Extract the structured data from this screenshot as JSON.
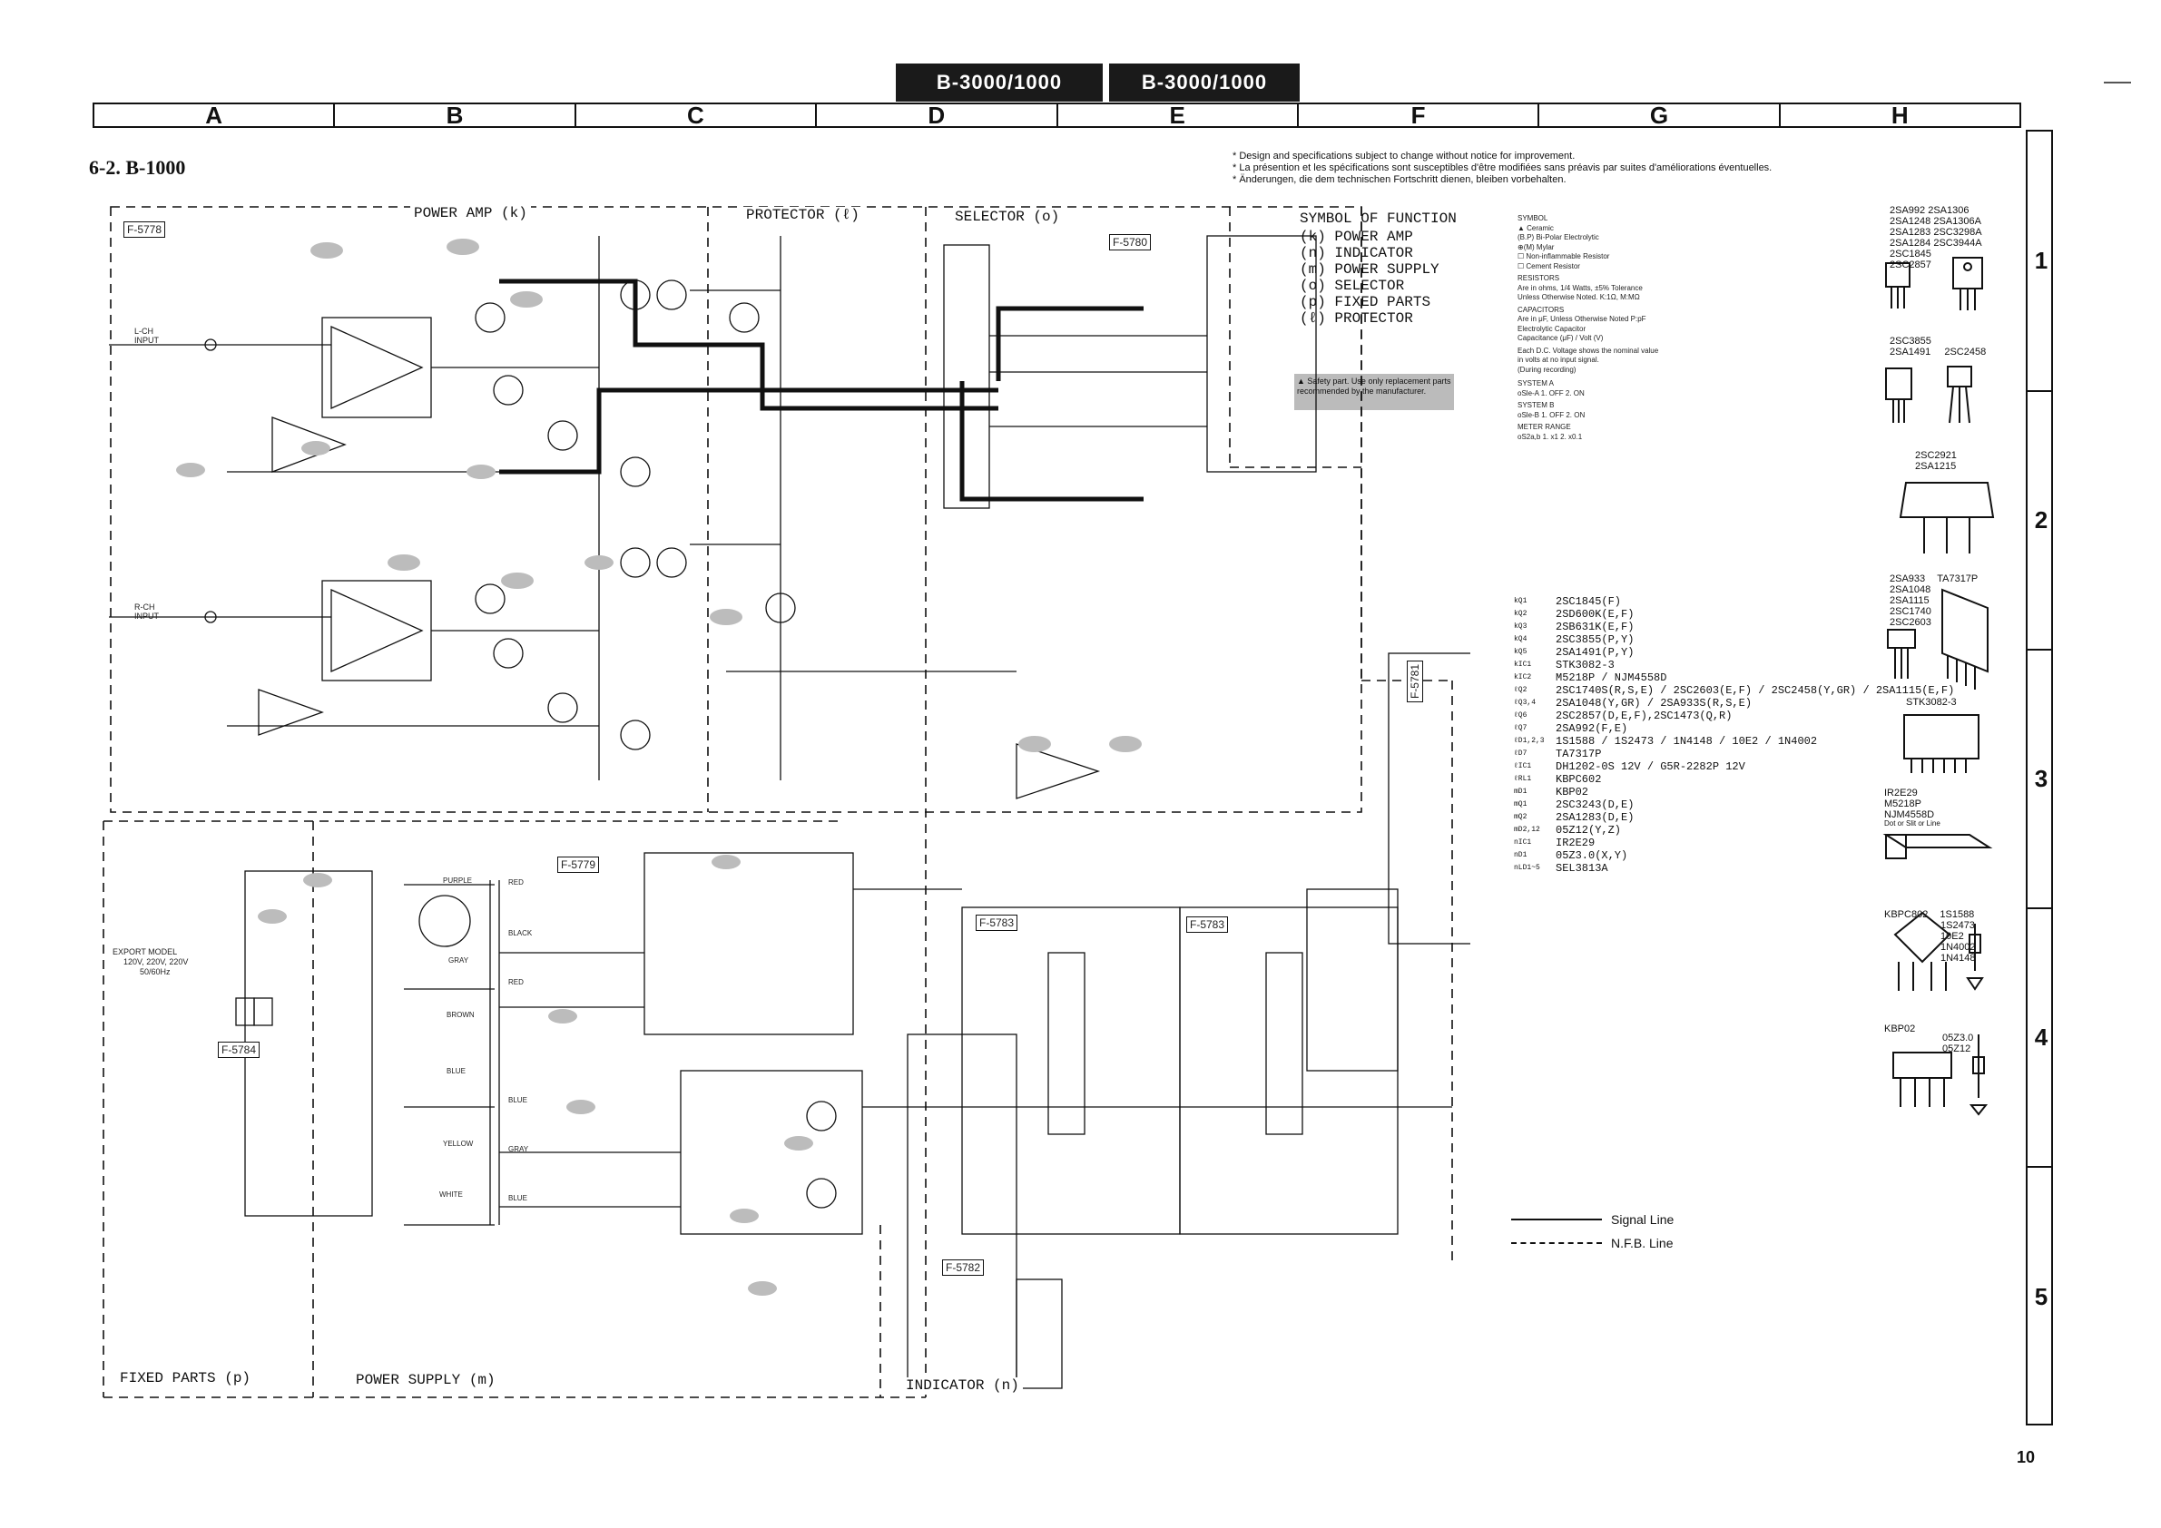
{
  "header": {
    "model_left": "B-3000/1000",
    "model_right": "B-3000/1000"
  },
  "columns": [
    "A",
    "B",
    "C",
    "D",
    "E",
    "F",
    "G",
    "H"
  ],
  "rows": [
    "1",
    "2",
    "3",
    "4",
    "5"
  ],
  "page_title": "6-2. B-1000",
  "page_number": "10",
  "notes": [
    "* Design and specifications subject to change without notice for improvement.",
    "* La présention et les spécifications sont susceptibles d'être modifiées sans préavis par suites d'améliorations éventuelles.",
    "* Änderungen, die dem technischen Fortschritt dienen, bleiben vorbehalten."
  ],
  "symbol_of_function": {
    "title": "SYMBOL OF FUNCTION",
    "items": [
      {
        "code": "(k)",
        "name": "POWER AMP"
      },
      {
        "code": "(n)",
        "name": "INDICATOR"
      },
      {
        "code": "(m)",
        "name": "POWER SUPPLY"
      },
      {
        "code": "(o)",
        "name": "SELECTOR"
      },
      {
        "code": "(p)",
        "name": "FIXED PARTS"
      },
      {
        "code": "(ℓ)",
        "name": "PROTECTOR"
      }
    ]
  },
  "symbol_notes": [
    "SYMBOL",
    "▲ Ceramic",
    "(B.P) Bi-Polar Electrolytic",
    "⊕(M) Mylar",
    "☐ Non-inflammable Resistor",
    "☐ Cement Resistor",
    "RESISTORS",
    "Are in ohms, 1/4 Watts, ±5% Tolerance",
    "Unless Otherwise Noted. K:1Ω, M:MΩ",
    "CAPACITORS",
    "Are in μF, Unless Otherwise Noted P:pF",
    "Electrolytic Capacitor",
    "Capacitance (μF) / Volt (V)",
    "Each D.C. Voltage shows the nominal value",
    "in volts at no input signal.",
    "(During recording)",
    "SYSTEM A",
    "oSle-A  1. OFF  2. ON",
    "SYSTEM B",
    "oSle-B  1. OFF  2. ON",
    "METER RANGE",
    "oS2a,b  1. x1  2. x0.1"
  ],
  "safety_note": "▲ Safety part. Use only replacement parts recommended by the manufacturer.",
  "parts_list": [
    {
      "ref": "kQ1",
      "value": "2SC1845(F)"
    },
    {
      "ref": "kQ2",
      "value": "2SD600K(E,F)"
    },
    {
      "ref": "kQ3",
      "value": "2SB631K(E,F)"
    },
    {
      "ref": "kQ4",
      "value": "2SC3855(P,Y)"
    },
    {
      "ref": "kQ5",
      "value": "2SA1491(P,Y)"
    },
    {
      "ref": "kIC1",
      "value": "STK3082-3"
    },
    {
      "ref": "kIC2",
      "value": "M5218P / NJM4558D"
    },
    {
      "ref": "ℓQ2",
      "value": "2SC1740S(R,S,E) / 2SC2603(E,F) / 2SC2458(Y,GR) / 2SA1115(E,F)"
    },
    {
      "ref": "ℓQ3,4",
      "value": "2SA1048(Y,GR) / 2SA933S(R,S,E)"
    },
    {
      "ref": "ℓQ6",
      "value": "2SC2857(D,E,F),2SC1473(Q,R)"
    },
    {
      "ref": "ℓQ7",
      "value": "2SA992(F,E)"
    },
    {
      "ref": "ℓD1,2,3",
      "value": "1S1588 / 1S2473 / 1N4148 / 10E2 / 1N4002"
    },
    {
      "ref": "ℓD7",
      "value": "TA7317P"
    },
    {
      "ref": "ℓIC1",
      "value": "DH1202-0S 12V / G5R-2282P 12V"
    },
    {
      "ref": "ℓRL1",
      "value": "KBPC602"
    },
    {
      "ref": "mD1",
      "value": "KBP02"
    },
    {
      "ref": "mQ1",
      "value": "2SC3243(D,E)"
    },
    {
      "ref": "mQ2",
      "value": "2SA1283(D,E)"
    },
    {
      "ref": "mD2,12",
      "value": "05Z12(Y,Z)"
    },
    {
      "ref": "nIC1",
      "value": "IR2E29"
    },
    {
      "ref": "nD1",
      "value": "05Z3.0(X,Y)"
    },
    {
      "ref": "nLD1~5",
      "value": "SEL3813A"
    }
  ],
  "packages": [
    {
      "parts": [
        "2SA992",
        "2SA1306",
        "2SA1248",
        "2SA1306A",
        "2SA1283",
        "2SC3298A",
        "2SA1284",
        "2SC3944A",
        "2SC1845",
        "2SC2857"
      ]
    },
    {
      "parts": [
        "2SC3855",
        "2SA1491",
        "2SC2458"
      ]
    },
    {
      "parts": [
        "2SC2921",
        "2SA1215"
      ]
    },
    {
      "parts": [
        "2SA933",
        "TA7317P",
        "2SA1048",
        "2SA1115",
        "2SC1740",
        "2SC2603"
      ]
    },
    {
      "parts": [
        "STK3082-3"
      ]
    },
    {
      "parts": [
        "IR2E29",
        "M5218P",
        "NJM4558D"
      ]
    },
    {
      "parts": [
        "KBPC802",
        "1S1588",
        "1S2473",
        "10E2",
        "1N4002",
        "1N4148"
      ]
    },
    {
      "parts": [
        "KBP02",
        "05Z3.0",
        "05Z12"
      ]
    }
  ],
  "package_note": "Dot or Slit or Line",
  "sections": {
    "power_amp": "POWER AMP (k)",
    "protector": "PROTECTOR (ℓ)",
    "selector": "SELECTOR (o)",
    "fixed_parts": "FIXED PARTS (p)",
    "power_supply": "POWER SUPPLY (m)",
    "indicator": "INDICATOR (n)"
  },
  "boards": [
    "F-5778",
    "F-5780",
    "F-5781",
    "F-5779",
    "F-5783",
    "F-5783",
    "F-5784",
    "F-5782"
  ],
  "inputs": {
    "lch": "L-CH INPUT",
    "rch": "R-CH INPUT"
  },
  "export_model": [
    "EXPORT MODEL",
    "120V, 220V, 220V",
    "50/60Hz"
  ],
  "wire_colors": [
    "PURPLE",
    "RED",
    "BLACK",
    "RED",
    "GRAY",
    "BROWN",
    "BLUE",
    "BLUE",
    "YELLOW",
    "GRAY",
    "BLUE",
    "WHITE"
  ],
  "legend": {
    "signal": "Signal Line",
    "nfb": "N.F.B. Line"
  }
}
